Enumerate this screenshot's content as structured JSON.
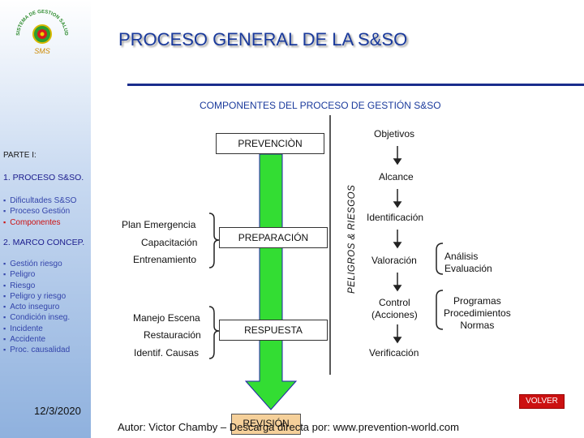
{
  "logo": {
    "text": "SMS",
    "ring_text": "SISTEMA DE GESTION SALUD"
  },
  "title": "PROCESO GENERAL DE LA S&SO",
  "subtitle": "COMPONENTES DEL PROCESO DE GESTIÓN S&SO",
  "sidebar": {
    "part_label": "PARTE I:",
    "section1": "1. PROCESO S&SO.",
    "section1_items": [
      {
        "label": "Dificultades S&SO",
        "active": false
      },
      {
        "label": "Proceso Gestión",
        "active": false
      },
      {
        "label": "Componentes",
        "active": true
      }
    ],
    "section2": "2. MARCO CONCEP.",
    "section2_items": [
      "Gestión riesgo",
      "Peligro",
      "Riesgo",
      "Peligro y riesgo",
      "Acto inseguro",
      "Condición inseg.",
      "Incidente",
      "Accidente",
      "Proc. causalidad"
    ]
  },
  "diagram": {
    "prevencion": "PREVENCIÒN",
    "preparacion": "PREPARACIÓN",
    "respuesta": "RESPUESTA",
    "revision": "REVISIÓN",
    "prep_items": [
      "Plan Emergencia",
      "Capacitación",
      "Entrenamiento"
    ],
    "resp_items": [
      "Manejo Escena",
      "Restauración",
      "Identif. Causas"
    ],
    "vertical_label": "PELIGROS & RIESGOS",
    "right_flow": [
      "Objetivos",
      "Alcance",
      "Identificación",
      "Valoración",
      "Control\n(Acciones)",
      "Verificación"
    ],
    "valoracion_items": "Análisis\nEvaluación",
    "control_items": "Programas\nProcedimientos\nNormas"
  },
  "footer": {
    "date": "12/3/2020",
    "author": "Autor: Victor Chamby – Descarga directa por: www.prevention-world.com",
    "volver": "VOLVER"
  },
  "colors": {
    "title": "#1a3a9c",
    "arrow_fill": "#33dd33",
    "arrow_stroke": "#2222aa",
    "revision_fill": "#f5d09a",
    "volver": "#cc1111",
    "active_item": "#cc1111"
  }
}
